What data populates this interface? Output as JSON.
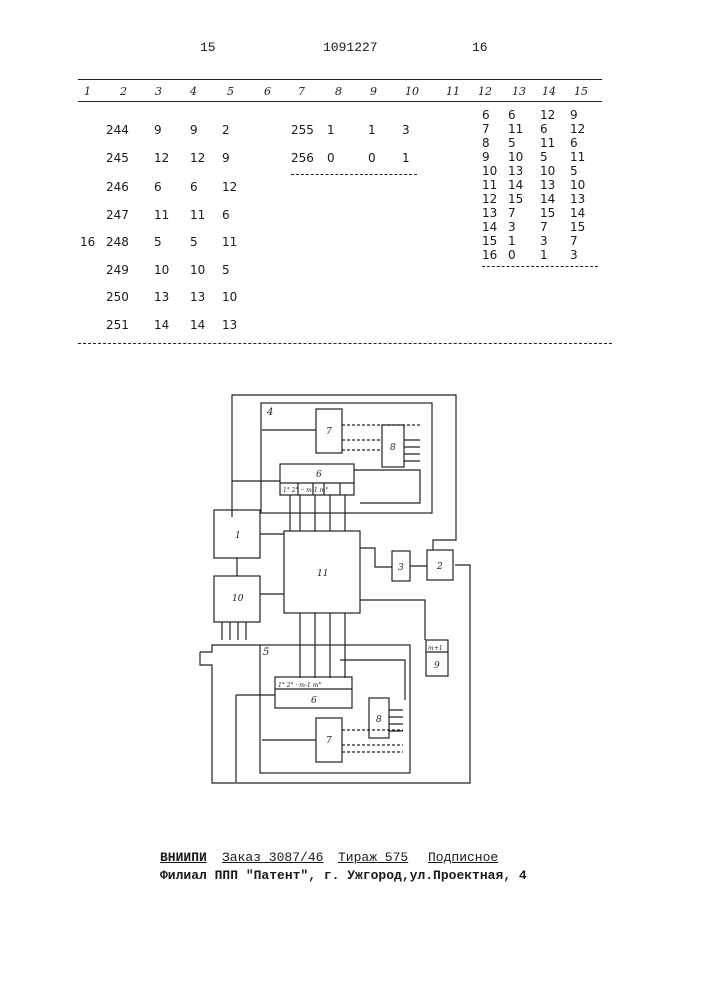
{
  "header": {
    "left_page": "15",
    "patent_number": "1091227",
    "right_page": "16"
  },
  "table": {
    "columns": [
      "1",
      "2",
      "3",
      "4",
      "5",
      "6",
      "7",
      "8",
      "9",
      "10",
      "11",
      "12",
      "13",
      "14",
      "15"
    ],
    "left_rows": [
      [
        "244",
        "9",
        "9",
        "2"
      ],
      [
        "245",
        "12",
        "12",
        "9"
      ],
      [
        "246",
        "6",
        "6",
        "12"
      ],
      [
        "247",
        "11",
        "11",
        "6"
      ],
      [
        "248",
        "5",
        "5",
        "11"
      ],
      [
        "249",
        "10",
        "10",
        "5"
      ],
      [
        "250",
        "13",
        "13",
        "10"
      ],
      [
        "251",
        "14",
        "14",
        "13"
      ]
    ],
    "row_label_col1": "16",
    "mid_rows": [
      [
        "255",
        "1",
        "1",
        "3"
      ],
      [
        "256",
        "0",
        "0",
        "1"
      ]
    ],
    "right_rows": [
      [
        "6",
        "6",
        "12",
        "9"
      ],
      [
        "7",
        "11",
        "6",
        "12"
      ],
      [
        "8",
        "5",
        "11",
        "6"
      ],
      [
        "9",
        "10",
        "5",
        "11"
      ],
      [
        "10",
        "13",
        "10",
        "5"
      ],
      [
        "11",
        "14",
        "13",
        "10"
      ],
      [
        "12",
        "15",
        "14",
        "13"
      ],
      [
        "13",
        "7",
        "15",
        "14"
      ],
      [
        "14",
        "3",
        "7",
        "15"
      ],
      [
        "15",
        "1",
        "3",
        "7"
      ],
      [
        "16",
        "0",
        "1",
        "3"
      ]
    ]
  },
  "diagram": {
    "block_4": "4",
    "block_5": "5",
    "block_1": "1",
    "block_2": "2",
    "block_3": "3",
    "block_6_top": "6",
    "block_6_bottom": "6",
    "block_7_top": "7",
    "block_7_bottom": "7",
    "block_8_top": "8",
    "block_8_bottom": "8",
    "block_9": "9",
    "block_10": "10",
    "block_11": "11",
    "cells": [
      "1°",
      "2°",
      "··",
      "m-1°",
      "m°"
    ],
    "block_9_cell": "m+1"
  },
  "footer": {
    "org": "ВНИИПИ",
    "order": "Заказ 3087/46",
    "circulation": "Тираж 575",
    "subscription": "Подписное",
    "branch": "Филиал ППП \"Патент\", г. Ужгород,ул.Проектная, 4"
  }
}
